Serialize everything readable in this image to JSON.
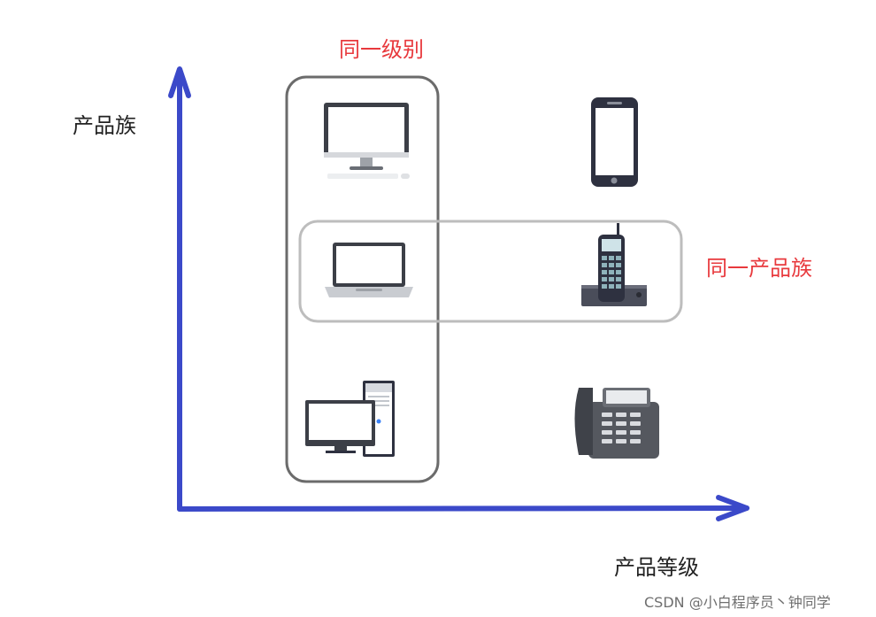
{
  "labels": {
    "y_axis": "产品族",
    "x_axis": "产品等级",
    "same_level": "同一级别",
    "same_family": "同一产品族",
    "watermark": "CSDN @小白程序员丶钟同学"
  },
  "colors": {
    "axis": "#3b49c9",
    "highlight_text": "#e8393d",
    "level_box": "#6b6b6b",
    "family_box": "#bdbdbd"
  },
  "devices": [
    {
      "icon": "desktop-monitor-icon",
      "level": "computer",
      "family": "top"
    },
    {
      "icon": "smartphone-icon",
      "level": "phone",
      "family": "top"
    },
    {
      "icon": "laptop-icon",
      "level": "computer",
      "family": "middle"
    },
    {
      "icon": "cordless-phone-icon",
      "level": "phone",
      "family": "middle"
    },
    {
      "icon": "desktop-tower-icon",
      "level": "computer",
      "family": "bottom"
    },
    {
      "icon": "landline-phone-icon",
      "level": "phone",
      "family": "bottom"
    }
  ]
}
